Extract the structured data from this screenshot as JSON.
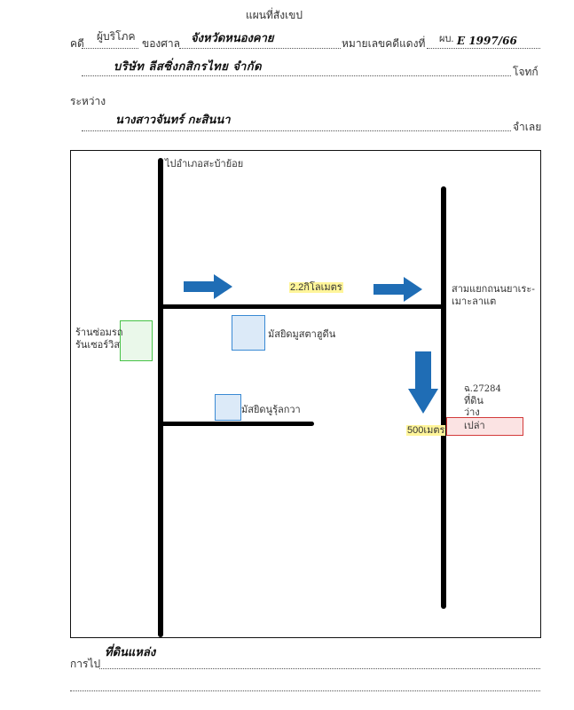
{
  "header": {
    "title": "แผนที่สังเขป",
    "case_label": "คดี",
    "case_type": "ผู้บริโภค",
    "court_label": "ของศาล",
    "court_name": "จังหวัดหนองคาย",
    "black_no_label": "หมายเลขคดีแดงที่",
    "black_no_prefix": "ผบ.",
    "black_no_value": "E 1997/66",
    "plaintiff_name": "บริษัท ลีสซิ่งกสิกรไทย จำกัด",
    "plaintiff_label": "โจทก์",
    "between_label": "ระหว่าง",
    "defendant_name": "นางสาวจันทร์ กะสินนา",
    "defendant_label": "จำเลย"
  },
  "map": {
    "top_label": "ไปอำเภอสะบ้าย้อย",
    "distance_1": "2.2กิโลเมตร",
    "junction_label_1": "สามแยกถนนยาเระ-",
    "junction_label_2": "เมาะลาแต",
    "shop_label_1": "ร้านซ่อมรถ",
    "shop_label_2": "รันเซอร์วิส",
    "mosque_1": "มัสยิดมูสตาฮูดีน",
    "mosque_2": "มัสยิดนูรุ้ลกวา",
    "distance_2": "500เมตร",
    "land_code": "ฉ.27284",
    "land_label_1": "ที่ดิน",
    "land_label_2": "ว่าง",
    "land_label_3": "เปล่า",
    "colors": {
      "arrow": "#1f6db5",
      "shop_box": "#46c246",
      "mosque_box": "#3a8ad4",
      "mosque_fill": "#dceaf8",
      "land_box": "#d33a3a",
      "land_fill": "#fbe3e3",
      "highlight": "#fff59a"
    }
  },
  "footer": {
    "route_label": "การไป",
    "route_value": "ที่ดินแหล่ง"
  }
}
